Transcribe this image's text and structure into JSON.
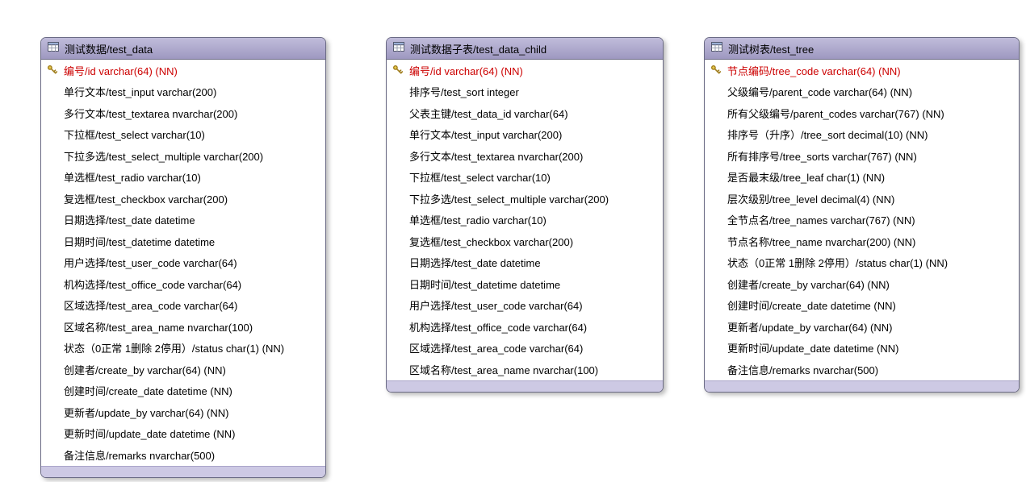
{
  "diagram": {
    "colors": {
      "header_bg": "#a8a2cd",
      "footer_bg": "#cdc9e4",
      "footer_border": "#a9a4c9",
      "border": "#6b6b85",
      "pk_text": "#cc0000",
      "field_text": "#000000",
      "key_icon_fill": "#e6c84a",
      "key_icon_stroke": "#a07d1c"
    },
    "icons": {
      "header": "table-icon",
      "primary_key": "key-icon"
    },
    "tables": [
      {
        "title": "测试数据/test_data",
        "fields": [
          {
            "text": "编号/id varchar(64) (NN)",
            "pk": true
          },
          {
            "text": "单行文本/test_input varchar(200)",
            "pk": false
          },
          {
            "text": "多行文本/test_textarea nvarchar(200)",
            "pk": false
          },
          {
            "text": "下拉框/test_select varchar(10)",
            "pk": false
          },
          {
            "text": "下拉多选/test_select_multiple varchar(200)",
            "pk": false
          },
          {
            "text": "单选框/test_radio varchar(10)",
            "pk": false
          },
          {
            "text": "复选框/test_checkbox varchar(200)",
            "pk": false
          },
          {
            "text": "日期选择/test_date datetime",
            "pk": false
          },
          {
            "text": "日期时间/test_datetime datetime",
            "pk": false
          },
          {
            "text": "用户选择/test_user_code varchar(64)",
            "pk": false
          },
          {
            "text": "机构选择/test_office_code varchar(64)",
            "pk": false
          },
          {
            "text": "区域选择/test_area_code varchar(64)",
            "pk": false
          },
          {
            "text": "区域名称/test_area_name nvarchar(100)",
            "pk": false
          },
          {
            "text": "状态（0正常 1删除 2停用）/status char(1) (NN)",
            "pk": false
          },
          {
            "text": "创建者/create_by varchar(64) (NN)",
            "pk": false
          },
          {
            "text": "创建时间/create_date datetime (NN)",
            "pk": false
          },
          {
            "text": "更新者/update_by varchar(64) (NN)",
            "pk": false
          },
          {
            "text": "更新时间/update_date datetime (NN)",
            "pk": false
          },
          {
            "text": "备注信息/remarks nvarchar(500)",
            "pk": false
          }
        ]
      },
      {
        "title": "测试数据子表/test_data_child",
        "fields": [
          {
            "text": "编号/id varchar(64) (NN)",
            "pk": true
          },
          {
            "text": "排序号/test_sort integer",
            "pk": false
          },
          {
            "text": "父表主键/test_data_id varchar(64)",
            "pk": false
          },
          {
            "text": "单行文本/test_input varchar(200)",
            "pk": false
          },
          {
            "text": "多行文本/test_textarea nvarchar(200)",
            "pk": false
          },
          {
            "text": "下拉框/test_select varchar(10)",
            "pk": false
          },
          {
            "text": "下拉多选/test_select_multiple varchar(200)",
            "pk": false
          },
          {
            "text": "单选框/test_radio varchar(10)",
            "pk": false
          },
          {
            "text": "复选框/test_checkbox varchar(200)",
            "pk": false
          },
          {
            "text": "日期选择/test_date datetime",
            "pk": false
          },
          {
            "text": "日期时间/test_datetime datetime",
            "pk": false
          },
          {
            "text": "用户选择/test_user_code varchar(64)",
            "pk": false
          },
          {
            "text": "机构选择/test_office_code varchar(64)",
            "pk": false
          },
          {
            "text": "区域选择/test_area_code varchar(64)",
            "pk": false
          },
          {
            "text": "区域名称/test_area_name nvarchar(100)",
            "pk": false
          }
        ]
      },
      {
        "title": "测试树表/test_tree",
        "fields": [
          {
            "text": "节点编码/tree_code varchar(64) (NN)",
            "pk": true
          },
          {
            "text": "父级编号/parent_code varchar(64) (NN)",
            "pk": false
          },
          {
            "text": "所有父级编号/parent_codes varchar(767) (NN)",
            "pk": false
          },
          {
            "text": "排序号（升序）/tree_sort decimal(10) (NN)",
            "pk": false
          },
          {
            "text": "所有排序号/tree_sorts varchar(767) (NN)",
            "pk": false
          },
          {
            "text": "是否最末级/tree_leaf char(1) (NN)",
            "pk": false
          },
          {
            "text": "层次级别/tree_level decimal(4) (NN)",
            "pk": false
          },
          {
            "text": "全节点名/tree_names varchar(767) (NN)",
            "pk": false
          },
          {
            "text": "节点名称/tree_name nvarchar(200) (NN)",
            "pk": false
          },
          {
            "text": "状态（0正常 1删除 2停用）/status char(1) (NN)",
            "pk": false
          },
          {
            "text": "创建者/create_by varchar(64) (NN)",
            "pk": false
          },
          {
            "text": "创建时间/create_date datetime (NN)",
            "pk": false
          },
          {
            "text": "更新者/update_by varchar(64) (NN)",
            "pk": false
          },
          {
            "text": "更新时间/update_date datetime (NN)",
            "pk": false
          },
          {
            "text": "备注信息/remarks nvarchar(500)",
            "pk": false
          }
        ]
      }
    ]
  }
}
